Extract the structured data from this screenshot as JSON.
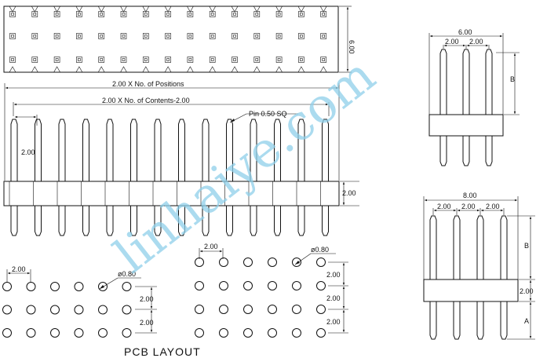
{
  "labels": {
    "top_height": "6.00",
    "positions": "2.00 X No. of Positions",
    "contents": "2.00 X No. of Contents-2.00",
    "pin_size": "Pin 0.50 SQ",
    "pitch_left": "2.00",
    "body_height": "2.00",
    "pcb_title": "PCB LAYOUT",
    "pcb_pitch_a": "2.00",
    "pcb_dia_a": "ø0.80",
    "pcb_row_1": "2.00",
    "pcb_row_2": "2.00",
    "pcb_pitch_b": "2.00",
    "pcb_dia_b": "ø0.80",
    "pcb_row_3": "2.00",
    "pcb_row_4": "2.00",
    "pcb_row_5": "2.00",
    "side3_width": "6.00",
    "side3_pitch_1": "2.00",
    "side3_pitch_2": "2.00",
    "side3_b": "B",
    "side4_width": "8.00",
    "side4_pitch_1": "2.00",
    "side4_pitch_2": "2.00",
    "side4_pitch_3": "2.00",
    "side4_b": "B",
    "side4_body": "2.00",
    "side4_a": "A"
  },
  "watermark": "linhaiye.com",
  "colors": {
    "line": "#111111",
    "watermark": "#8fd0ea"
  }
}
